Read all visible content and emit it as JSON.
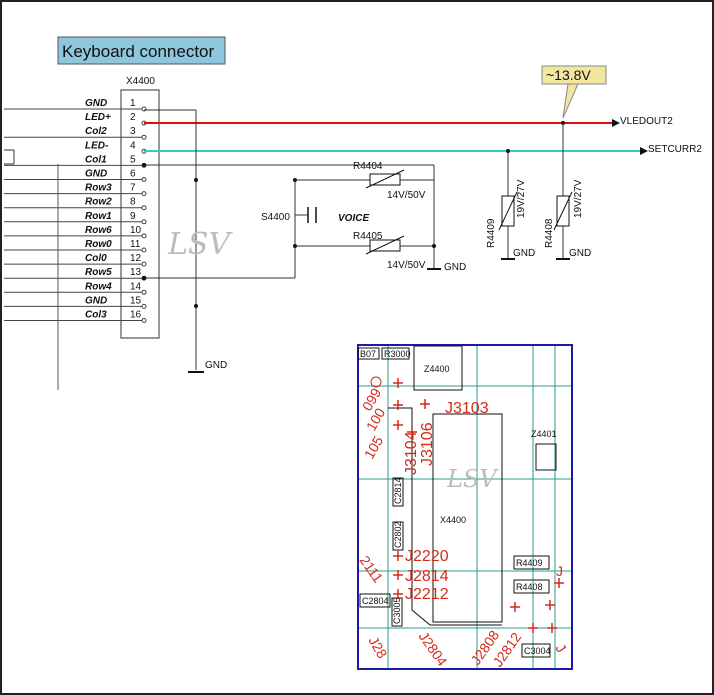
{
  "title": "Keyboard connector",
  "connector": {
    "ref": "X4400",
    "pins": [
      {
        "num": "1",
        "net": "GND"
      },
      {
        "num": "2",
        "net": "LED+"
      },
      {
        "num": "3",
        "net": "Col2"
      },
      {
        "num": "4",
        "net": "LED-"
      },
      {
        "num": "5",
        "net": "Col1"
      },
      {
        "num": "6",
        "net": "GND"
      },
      {
        "num": "7",
        "net": "Row3"
      },
      {
        "num": "8",
        "net": "Row2"
      },
      {
        "num": "9",
        "net": "Row1"
      },
      {
        "num": "10",
        "net": "Row6"
      },
      {
        "num": "11",
        "net": "Row0"
      },
      {
        "num": "12",
        "net": "Col0"
      },
      {
        "num": "13",
        "net": "Row5"
      },
      {
        "num": "14",
        "net": "Row4"
      },
      {
        "num": "15",
        "net": "GND"
      },
      {
        "num": "16",
        "net": "Col3"
      }
    ]
  },
  "voltage_callout": "~13.8V",
  "nets": {
    "vledout": "VLEDOUT2",
    "setcurr": "SETCURR2"
  },
  "components": {
    "r4404": {
      "ref": "R4404",
      "value": "14V/50V"
    },
    "r4405": {
      "ref": "R4405",
      "value": "14V/50V"
    },
    "s4400": {
      "ref": "S4400",
      "label": "VOICE"
    },
    "r4409": {
      "ref": "R4409",
      "value": "19V/27V"
    },
    "r4408": {
      "ref": "R4408",
      "value": "19V/27V"
    }
  },
  "gnd_label": "GND",
  "watermark": "LSV",
  "pcb": {
    "labels": {
      "b07": "B07",
      "r3000": "R3000",
      "z4400": "Z4400",
      "z4401": "Z4401",
      "c2814": "C2814",
      "c2802": "C2802",
      "x4400": "X4400",
      "r4409": "R4409",
      "r4408": "R4408",
      "c2804": "C2804",
      "c3005": "C3005",
      "c3004": "C3004"
    },
    "test_points": {
      "j3103": "J3103",
      "j3104": "J3104",
      "j3106": "J3106",
      "j2220": "J2220",
      "j2814": "J2814",
      "j2212": "J2212",
      "j2808": "J2808",
      "j2812": "J2812",
      "j2804": "J2804",
      "f3105": "105",
      "f3100": "100",
      "f3099": "099",
      "f2111": "2111",
      "fj28": "J28",
      "fj2": "J",
      "fj3": "J"
    }
  },
  "colors": {
    "led_line": "#dd1111",
    "setcurr_line": "#33cccc",
    "title_bg": "#8ec7dd",
    "callout_bg": "#f2e6a0",
    "pcb_border": "#1a1aa6",
    "pcb_grid": "#2a9d8f",
    "pcb_text": "#d42a1a"
  }
}
